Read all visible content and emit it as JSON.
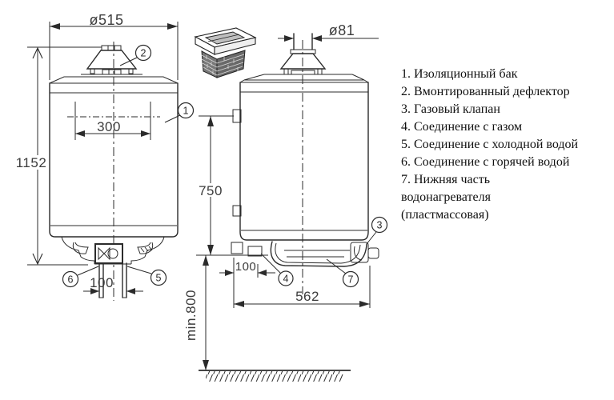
{
  "title": "Gas water heater dimensional drawing",
  "dimensions": {
    "tank_diameter": "ø515",
    "total_height": "1152",
    "inner_width": "300",
    "pipe_spacing_front": "100",
    "flue_diameter": "ø81",
    "mount_height": "750",
    "gas_offset_side": "100",
    "depth": "562",
    "min_clearance": "min.800"
  },
  "callouts": [
    "1",
    "2",
    "3",
    "4",
    "5",
    "6",
    "7"
  ],
  "legend": {
    "items": [
      "1. Изоляционный бак",
      "2. Вмонтированный дефлектор",
      "3. Газовый клапан",
      "4. Соединение с газом",
      "5. Соединение с холодной водой",
      "6. Соединение с горячей водой",
      "7. Нижняя часть",
      "водонагревателя",
      "(пластмассовая)"
    ]
  },
  "colors": {
    "line": "#2b2b2b",
    "dimension_text": "#3c3c3c",
    "brick": "#6e6e6e",
    "cap_opening": "#bfbfbf",
    "background": "#ffffff"
  }
}
